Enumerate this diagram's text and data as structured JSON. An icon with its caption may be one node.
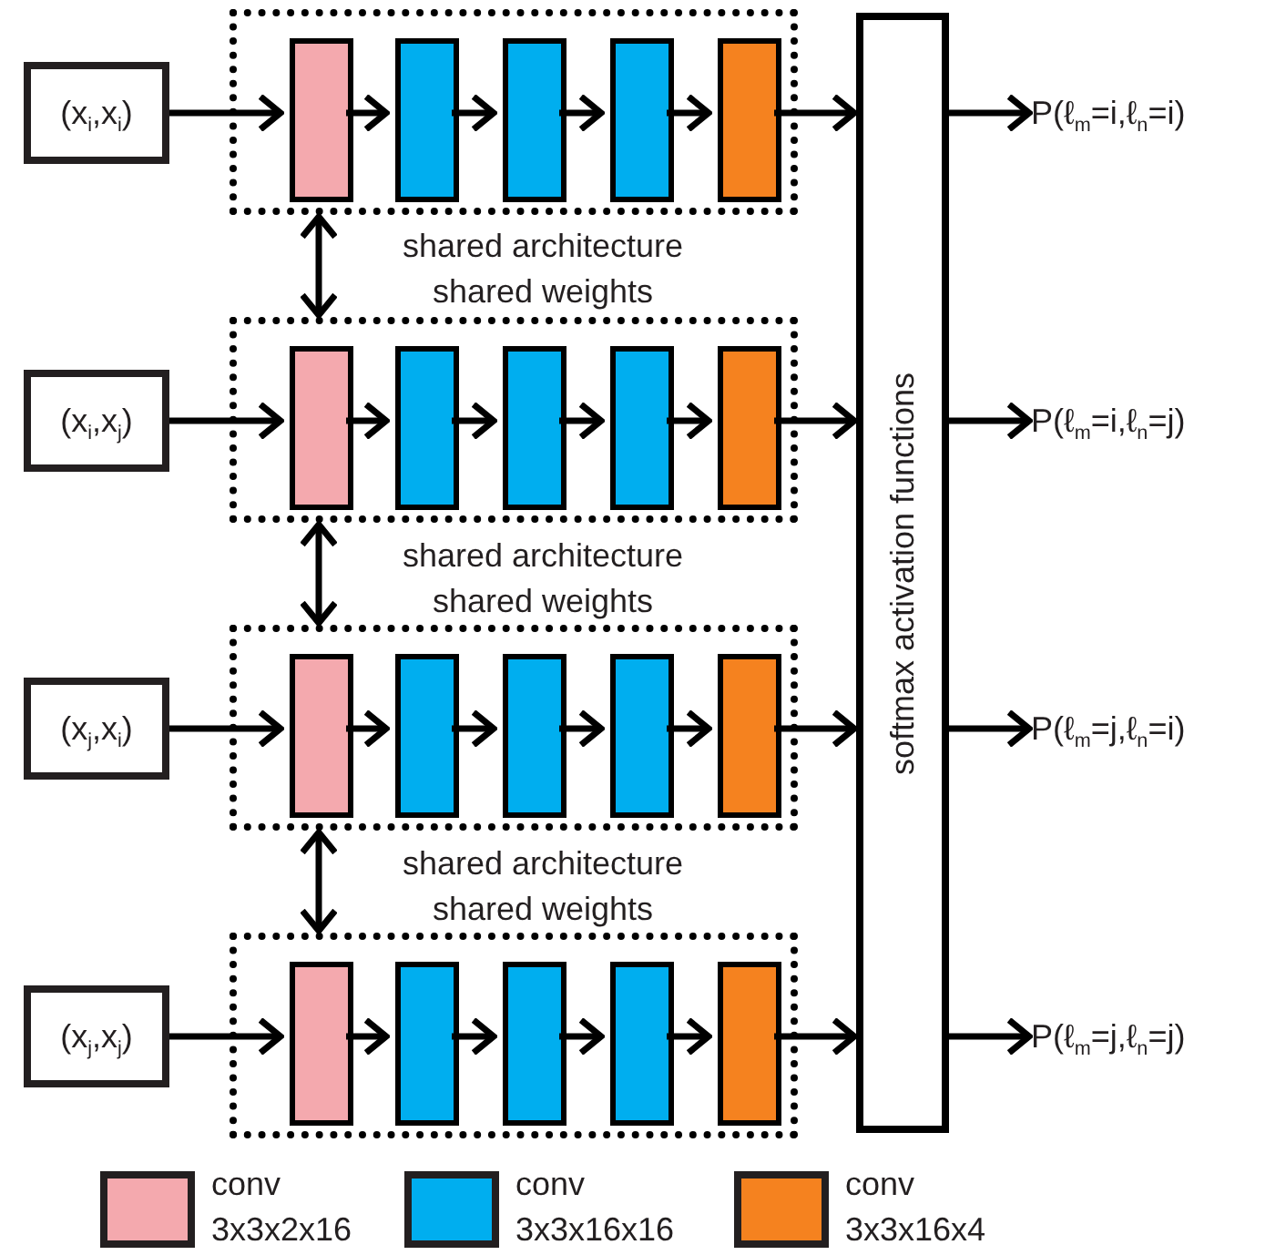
{
  "diagram": {
    "nodes": [
      {
        "text": [
          "(x$_{i}$,x$_{i}$)"
        ]
      },
      {
        "text": [],
        "shape": "box"
      },
      {
        "text": [],
        "shape": "box",
        "in": 1
      },
      {
        "text": [],
        "shape": "box",
        "in": 1
      },
      {
        "text": [],
        "shape": "box",
        "in": 1
      },
      {
        "text": [],
        "shape": "box",
        "in": 1
      },
      {
        "text": [],
        "shape": "box",
        "in": 1
      },
      {
        "text": [
          "(x$_{i}$,x$_{j}$)"
        ]
      },
      {
        "text": [],
        "shape": "box"
      },
      {
        "text": [],
        "shape": "box",
        "in": 8
      },
      {
        "text": [],
        "shape": "box",
        "in": 8
      },
      {
        "text": [],
        "shape": "box",
        "in": 8
      },
      {
        "text": [],
        "shape": "box",
        "in": 8
      },
      {
        "text": [],
        "shape": "box",
        "in": 8
      },
      {
        "text": [
          "(x$_{j}$,x$_{i}$)"
        ]
      },
      {
        "text": [],
        "shape": "box"
      },
      {
        "text": [],
        "shape": "box",
        "in": 15
      },
      {
        "text": [],
        "shape": "box",
        "in": 15
      },
      {
        "text": [],
        "shape": "box",
        "in": 15
      },
      {
        "text": [],
        "shape": "box",
        "in": 15
      },
      {
        "text": [],
        "shape": "box",
        "in": 15
      },
      {
        "text": [
          "(x$_{j}$,x$_{j}$)"
        ]
      },
      {
        "text": [],
        "shape": "box"
      },
      {
        "text": [],
        "shape": "box",
        "in": 22
      },
      {
        "text": [],
        "shape": "box",
        "in": 22
      },
      {
        "text": [],
        "shape": "box",
        "in": 22
      },
      {
        "text": [],
        "shape": "box",
        "in": 22
      },
      {
        "text": [],
        "shape": "box",
        "in": 22
      },
      {
        "text": [
          "softmax activation functions"
        ]
      },
      {
        "text": [
          "P(ℓ$_{m}$=i,ℓ$_{n}$=i)"
        ]
      },
      {
        "text": [
          "P(ℓ$_{m}$=i,ℓ$_{n}$=j)"
        ]
      },
      {
        "text": [
          "P(ℓ$_{m}$=j,ℓ$_{n}$=i)"
        ]
      },
      {
        "text": [
          "P(ℓ$_{m}$=j,ℓ$_{n}$=j)"
        ]
      }
    ],
    "edges": [
      {
        "from": 0,
        "to": 2,
        "arrow": "to"
      },
      {
        "from": 2,
        "to": 3,
        "arrow": "to"
      },
      {
        "from": 3,
        "to": 4,
        "arrow": "to"
      },
      {
        "from": 4,
        "to": 5,
        "arrow": "to"
      },
      {
        "from": 5,
        "to": 6,
        "arrow": "to"
      },
      {
        "from": 6,
        "to": 28,
        "arrow": "to"
      },
      {
        "from": 1,
        "to": 8,
        "arrow": "both"
      },
      {
        "from": 7,
        "to": 9,
        "arrow": "to"
      },
      {
        "from": 9,
        "to": 10,
        "arrow": "to"
      },
      {
        "from": 10,
        "to": 11,
        "arrow": "to"
      },
      {
        "from": 11,
        "to": 12,
        "arrow": "to"
      },
      {
        "from": 12,
        "to": 13,
        "arrow": "to"
      },
      {
        "from": 13,
        "to": 28,
        "arrow": "to"
      },
      {
        "from": 8,
        "to": 15,
        "arrow": "both"
      },
      {
        "from": 14,
        "to": 16,
        "arrow": "to"
      },
      {
        "from": 16,
        "to": 17,
        "arrow": "to"
      },
      {
        "from": 17,
        "to": 18,
        "arrow": "to"
      },
      {
        "from": 18,
        "to": 19,
        "arrow": "to"
      },
      {
        "from": 19,
        "to": 20,
        "arrow": "to"
      },
      {
        "from": 20,
        "to": 28,
        "arrow": "to"
      },
      {
        "from": 15,
        "to": 22,
        "arrow": "both"
      },
      {
        "from": 21,
        "to": 23,
        "arrow": "to"
      },
      {
        "from": 23,
        "to": 24,
        "arrow": "to"
      },
      {
        "from": 24,
        "to": 25,
        "arrow": "to"
      },
      {
        "from": 25,
        "to": 26,
        "arrow": "to"
      },
      {
        "from": 26,
        "to": 27,
        "arrow": "to"
      },
      {
        "from": 27,
        "to": 28,
        "arrow": "to"
      },
      {
        "from": 28,
        "to": 29,
        "arrow": "to"
      },
      {
        "from": 28,
        "to": 30,
        "arrow": "to"
      },
      {
        "from": 28,
        "to": 31,
        "arrow": "to"
      },
      {
        "from": 28,
        "to": 32,
        "arrow": "to"
      }
    ],
    "labels": [
      "shared architecture shared weights",
      "shared architecture shared weights",
      "shared architecture shared weights"
    ],
    "legend": [
      {
        "text": "conv 3x3x2x16",
        "color": "#f4a9ae"
      },
      {
        "text": "conv 3x3x16x16",
        "color": "#00aeef"
      },
      {
        "text": "conv 3x3x16x4",
        "color": "#f5821f"
      }
    ]
  }
}
